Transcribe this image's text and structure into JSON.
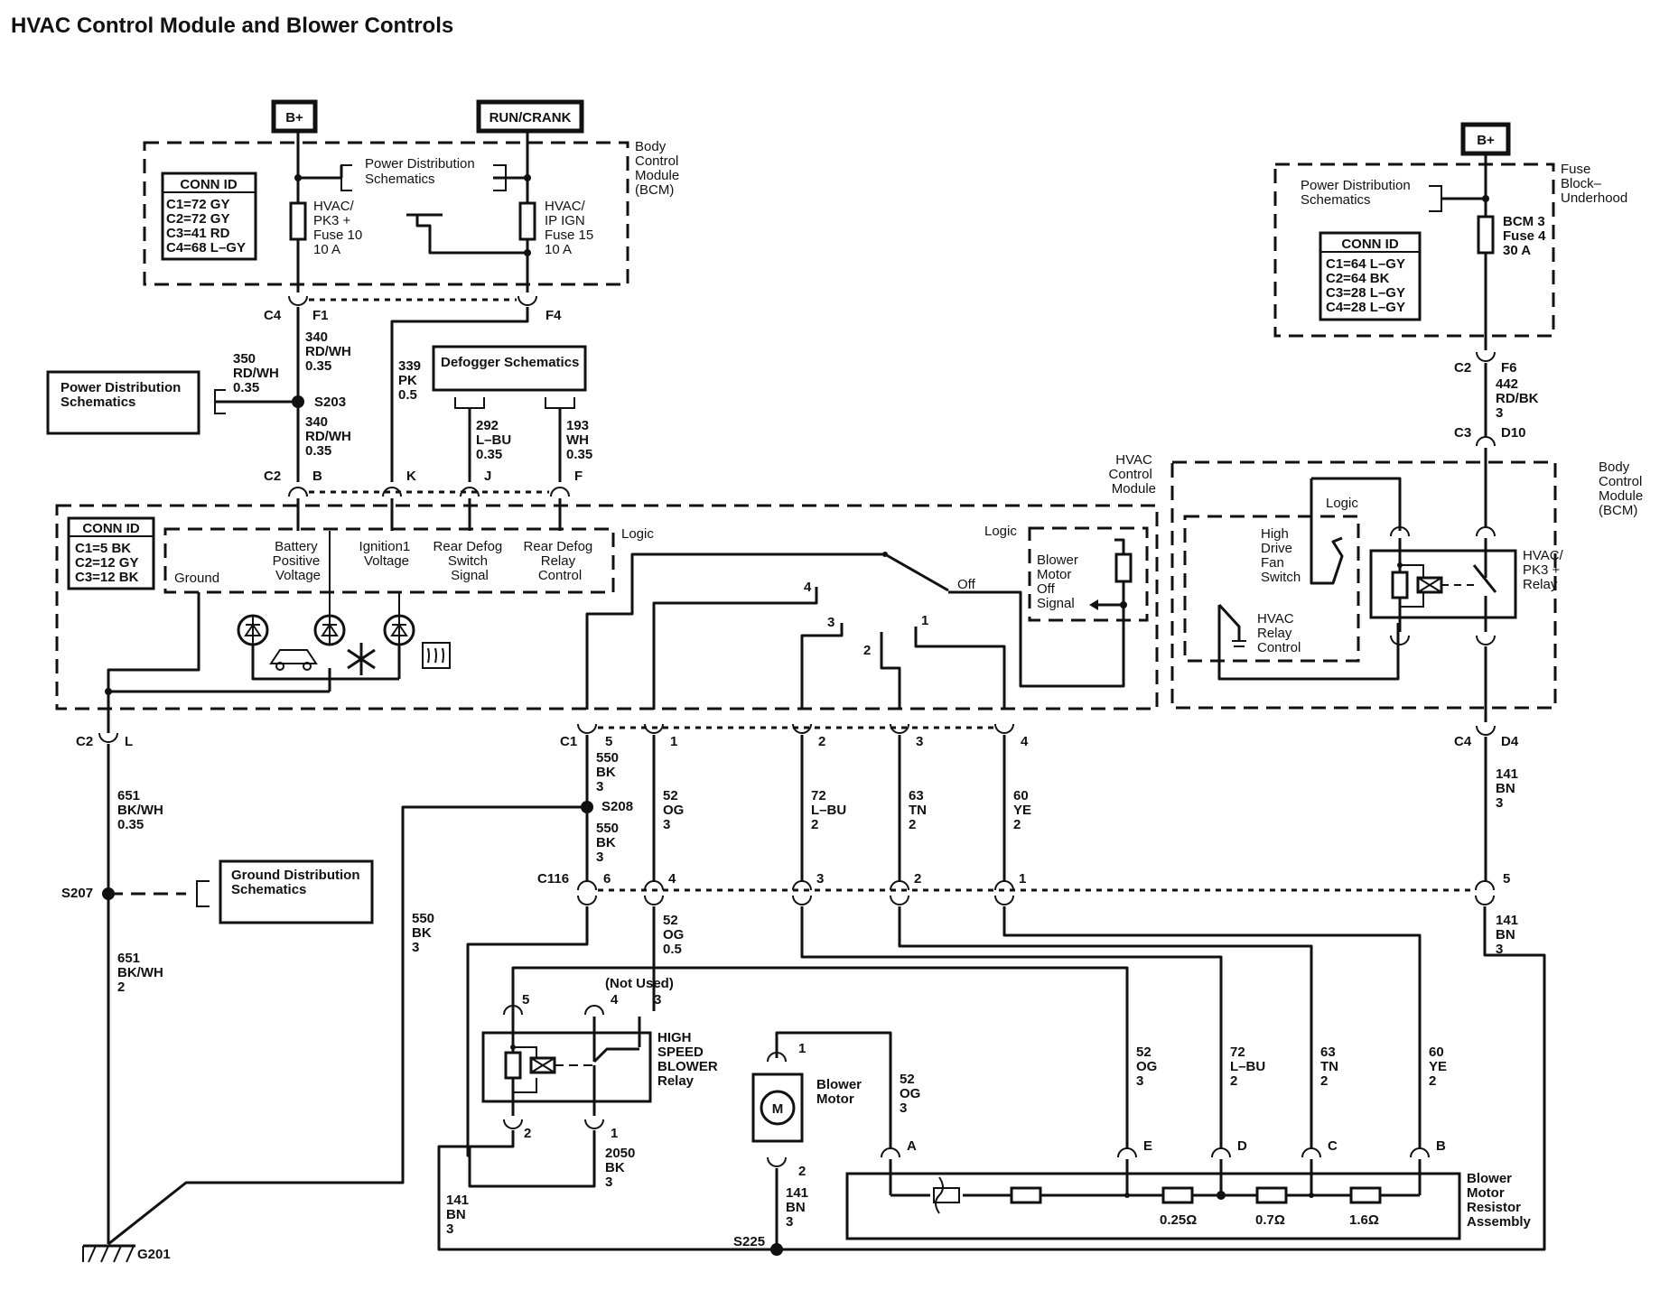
{
  "title": "HVAC Control Module and Blower Controls",
  "power": {
    "bplus_left": "B+",
    "run_crank": "RUN/CRANK",
    "bplus_right": "B+"
  },
  "bcm_top": {
    "name_lines": [
      "Body",
      "Control",
      "Module",
      "(BCM)"
    ],
    "pds_lines": [
      "Power Distribution",
      "Schematics"
    ],
    "conn_title": "CONN ID",
    "conn_lines": [
      "C1=72 GY",
      "C2=72 GY",
      "C3=41 RD",
      "C4=68 L–GY"
    ],
    "fuse10_lines": [
      "HVAC/",
      "PK3 +",
      "Fuse 10",
      "10 A"
    ],
    "fuse15_lines": [
      "HVAC/",
      "IP IGN",
      "Fuse 15",
      "10 A"
    ],
    "pin_c4": "C4",
    "pin_f1": "F1",
    "pin_f4": "F4"
  },
  "fuse_block": {
    "name_lines": [
      "Fuse",
      "Block–",
      "Underhood"
    ],
    "pds_lines": [
      "Power Distribution",
      "Schematics"
    ],
    "conn_title": "CONN ID",
    "conn_lines": [
      "C1=64 L–GY",
      "C2=64 BK",
      "C3=28 L–GY",
      "C4=28 L–GY"
    ],
    "fuse_lines": [
      "BCM 3",
      "Fuse 4",
      "30 A"
    ],
    "pin_c2": "C2",
    "pin_f6": "F6"
  },
  "left_pds_lines": [
    "Power Distribution",
    "Schematics"
  ],
  "defogger": "Defogger Schematics",
  "ground_dist_lines": [
    "Ground Distribution",
    "Schematics"
  ],
  "wires": {
    "w340a": [
      "340",
      "RD/WH",
      "0.35"
    ],
    "w350": [
      "350",
      "RD/WH",
      "0.35"
    ],
    "w340b": [
      "340",
      "RD/WH",
      "0.35"
    ],
    "w339": [
      "339",
      "PK",
      "0.5"
    ],
    "w292": [
      "292",
      "L–BU",
      "0.35"
    ],
    "w193": [
      "193",
      "WH",
      "0.35"
    ],
    "w442": [
      "442",
      "RD/BK",
      "3"
    ],
    "w651a": [
      "651",
      "BK/WH",
      "0.35"
    ],
    "w651b": [
      "651",
      "BK/WH",
      "2"
    ],
    "w550a": [
      "550",
      "BK",
      "3"
    ],
    "w550b": [
      "550",
      "BK",
      "3"
    ],
    "w550c": [
      "550",
      "BK",
      "3"
    ],
    "w52a": [
      "52",
      "OG",
      "3"
    ],
    "w52b": [
      "52",
      "OG",
      "0.5"
    ],
    "w52c": [
      "52",
      "OG",
      "3"
    ],
    "w52d": [
      "52",
      "OG",
      "3"
    ],
    "w72a": [
      "72",
      "L–BU",
      "2"
    ],
    "w72b": [
      "72",
      "L–BU",
      "2"
    ],
    "w63a": [
      "63",
      "TN",
      "2"
    ],
    "w63b": [
      "63",
      "TN",
      "2"
    ],
    "w60a": [
      "60",
      "YE",
      "2"
    ],
    "w60b": [
      "60",
      "YE",
      "2"
    ],
    "w141a": [
      "141",
      "BN",
      "3"
    ],
    "w141b": [
      "141",
      "BN",
      "3"
    ],
    "w141c": [
      "141",
      "BN",
      "3"
    ],
    "w141d": [
      "141",
      "BN",
      "3"
    ],
    "w2050": [
      "2050",
      "BK",
      "3"
    ]
  },
  "splices": {
    "s203": "S203",
    "s207": "S207",
    "s208": "S208",
    "s225": "S225",
    "g201": "G201"
  },
  "hvac_module": {
    "name_lines": [
      "HVAC",
      "Control",
      "Module"
    ],
    "conn_title": "CONN ID",
    "conn_lines": [
      "C1=5 BK",
      "C2=12 GY",
      "C3=12 BK"
    ],
    "logic": "Logic",
    "logic2": "Logic",
    "ground": "Ground",
    "batt_lines": [
      "Battery",
      "Positive",
      "Voltage"
    ],
    "ign_lines": [
      "Ignition1",
      "Voltage"
    ],
    "rds_lines": [
      "Rear Defog",
      "Switch",
      "Signal"
    ],
    "rdr_lines": [
      "Rear Defog",
      "Relay",
      "Control"
    ],
    "bmo_lines": [
      "Blower",
      "Motor",
      "Off",
      "Signal"
    ],
    "off": "Off",
    "sw": [
      "4",
      "3",
      "2",
      "1"
    ],
    "c2_pins": {
      "conn": "C2",
      "b": "B",
      "k": "K",
      "j": "J",
      "f": "F"
    },
    "c1_pins": {
      "conn": "C1",
      "p5": "5",
      "p1": "1",
      "p2": "2",
      "p3": "3",
      "p4": "4"
    },
    "c2_left": {
      "conn": "C2",
      "l": "L"
    }
  },
  "bcm_right": {
    "name_lines": [
      "Body",
      "Control",
      "Module",
      "(BCM)"
    ],
    "logic": "Logic",
    "hdfs_lines": [
      "High",
      "Drive",
      "Fan",
      "Switch"
    ],
    "hvrc_lines": [
      "HVAC",
      "Relay",
      "Control"
    ],
    "relay_lines": [
      "HVAC/",
      "PK3 +",
      "Relay"
    ],
    "pin_c3": "C3",
    "pin_d10": "D10",
    "pin_c4": "C4",
    "pin_d4": "D4"
  },
  "c116": {
    "conn": "C116",
    "p6": "6",
    "p4": "4",
    "p3": "3",
    "p2": "2",
    "p1": "1",
    "p5": "5"
  },
  "hs_relay": {
    "name_lines": [
      "HIGH",
      "SPEED",
      "BLOWER",
      "Relay"
    ],
    "not_used": "(Not Used)",
    "pins": {
      "p5": "5",
      "p4": "4",
      "p3": "3",
      "p2": "2",
      "p1": "1"
    }
  },
  "blower_motor": {
    "name_lines": [
      "Blower",
      "Motor"
    ],
    "symbol": "M",
    "p1": "1",
    "p2": "2"
  },
  "resistor": {
    "name_lines": [
      "Blower",
      "Motor",
      "Resistor",
      "Assembly"
    ],
    "pins": {
      "a": "A",
      "e": "E",
      "d": "D",
      "c": "C",
      "b": "B"
    },
    "r1": "0.25Ω",
    "r2": "0.7Ω",
    "r3": "1.6Ω"
  }
}
